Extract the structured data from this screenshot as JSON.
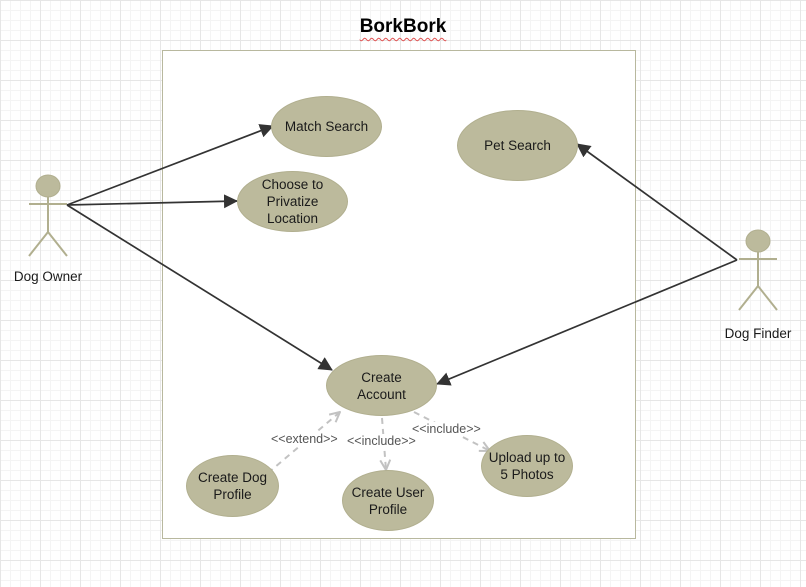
{
  "diagram": {
    "title": "BorkBork",
    "actors": {
      "owner": {
        "name": "Dog Owner"
      },
      "finder": {
        "name": "Dog Finder"
      }
    },
    "use_cases": {
      "match_search": "Match Search",
      "privatize_location": "Choose to Privatize Location",
      "pet_search": "Pet Search",
      "create_account": "Create Account",
      "create_dog_profile": "Create Dog Profile",
      "create_user_profile": "Create User Profile",
      "upload_photos": "Upload up to 5 Photos"
    },
    "relationships": {
      "extend_label": "<<extend>>",
      "include_user_label": "<<include>>",
      "include_photos_label": "<<include>>"
    },
    "colors": {
      "use_case_fill": "#bcba9c",
      "actor_fill": "#bcba9c",
      "line": "#333333",
      "dashed": "#c2c2c2",
      "boundary": "#b8b89e"
    }
  }
}
